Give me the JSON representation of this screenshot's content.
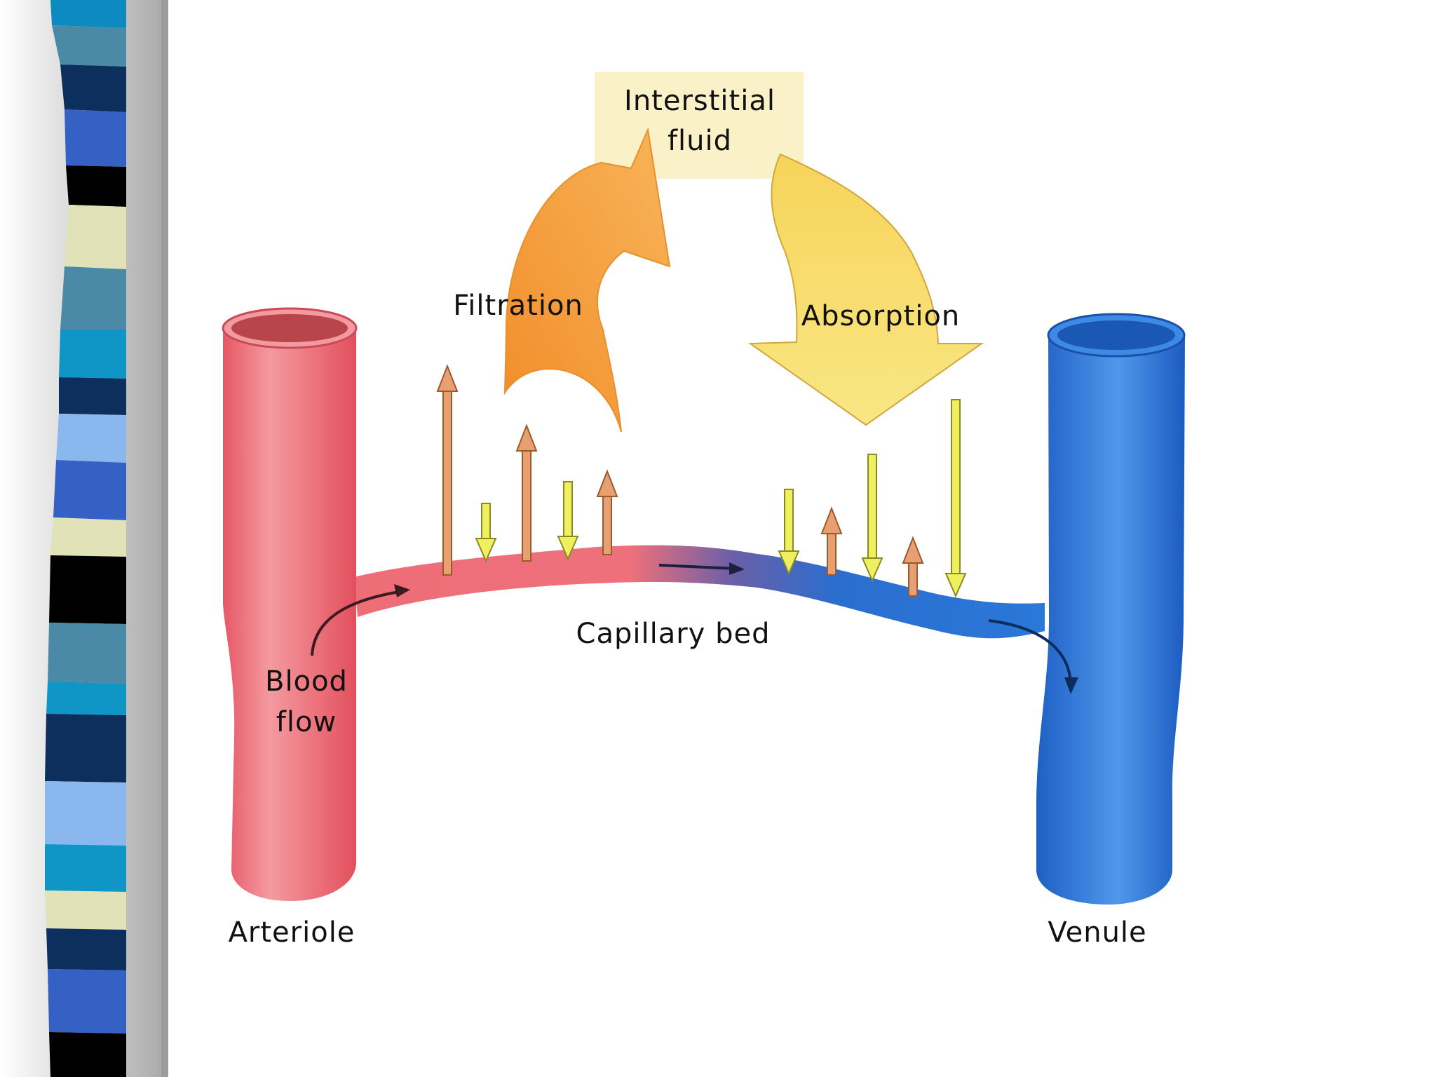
{
  "diagram": {
    "labels": {
      "interstitial_line1": "Interstitial",
      "interstitial_line2": "fluid",
      "filtration": "Filtration",
      "absorption": "Absorption",
      "capillary_bed": "Capillary bed",
      "blood_flow_line1": "Blood",
      "blood_flow_line2": "flow",
      "arteriole": "Arteriole",
      "venule": "Venule"
    }
  },
  "colors": {
    "arteriole": "#ee6e78",
    "venule": "#2a78d8",
    "filtration_arrow": "#f2a040",
    "absorption_arrow": "#f5d555",
    "interstitial_box": "#faf1c8",
    "small_up_arrow": "#e9a070",
    "small_down_arrow": "#eef060"
  }
}
